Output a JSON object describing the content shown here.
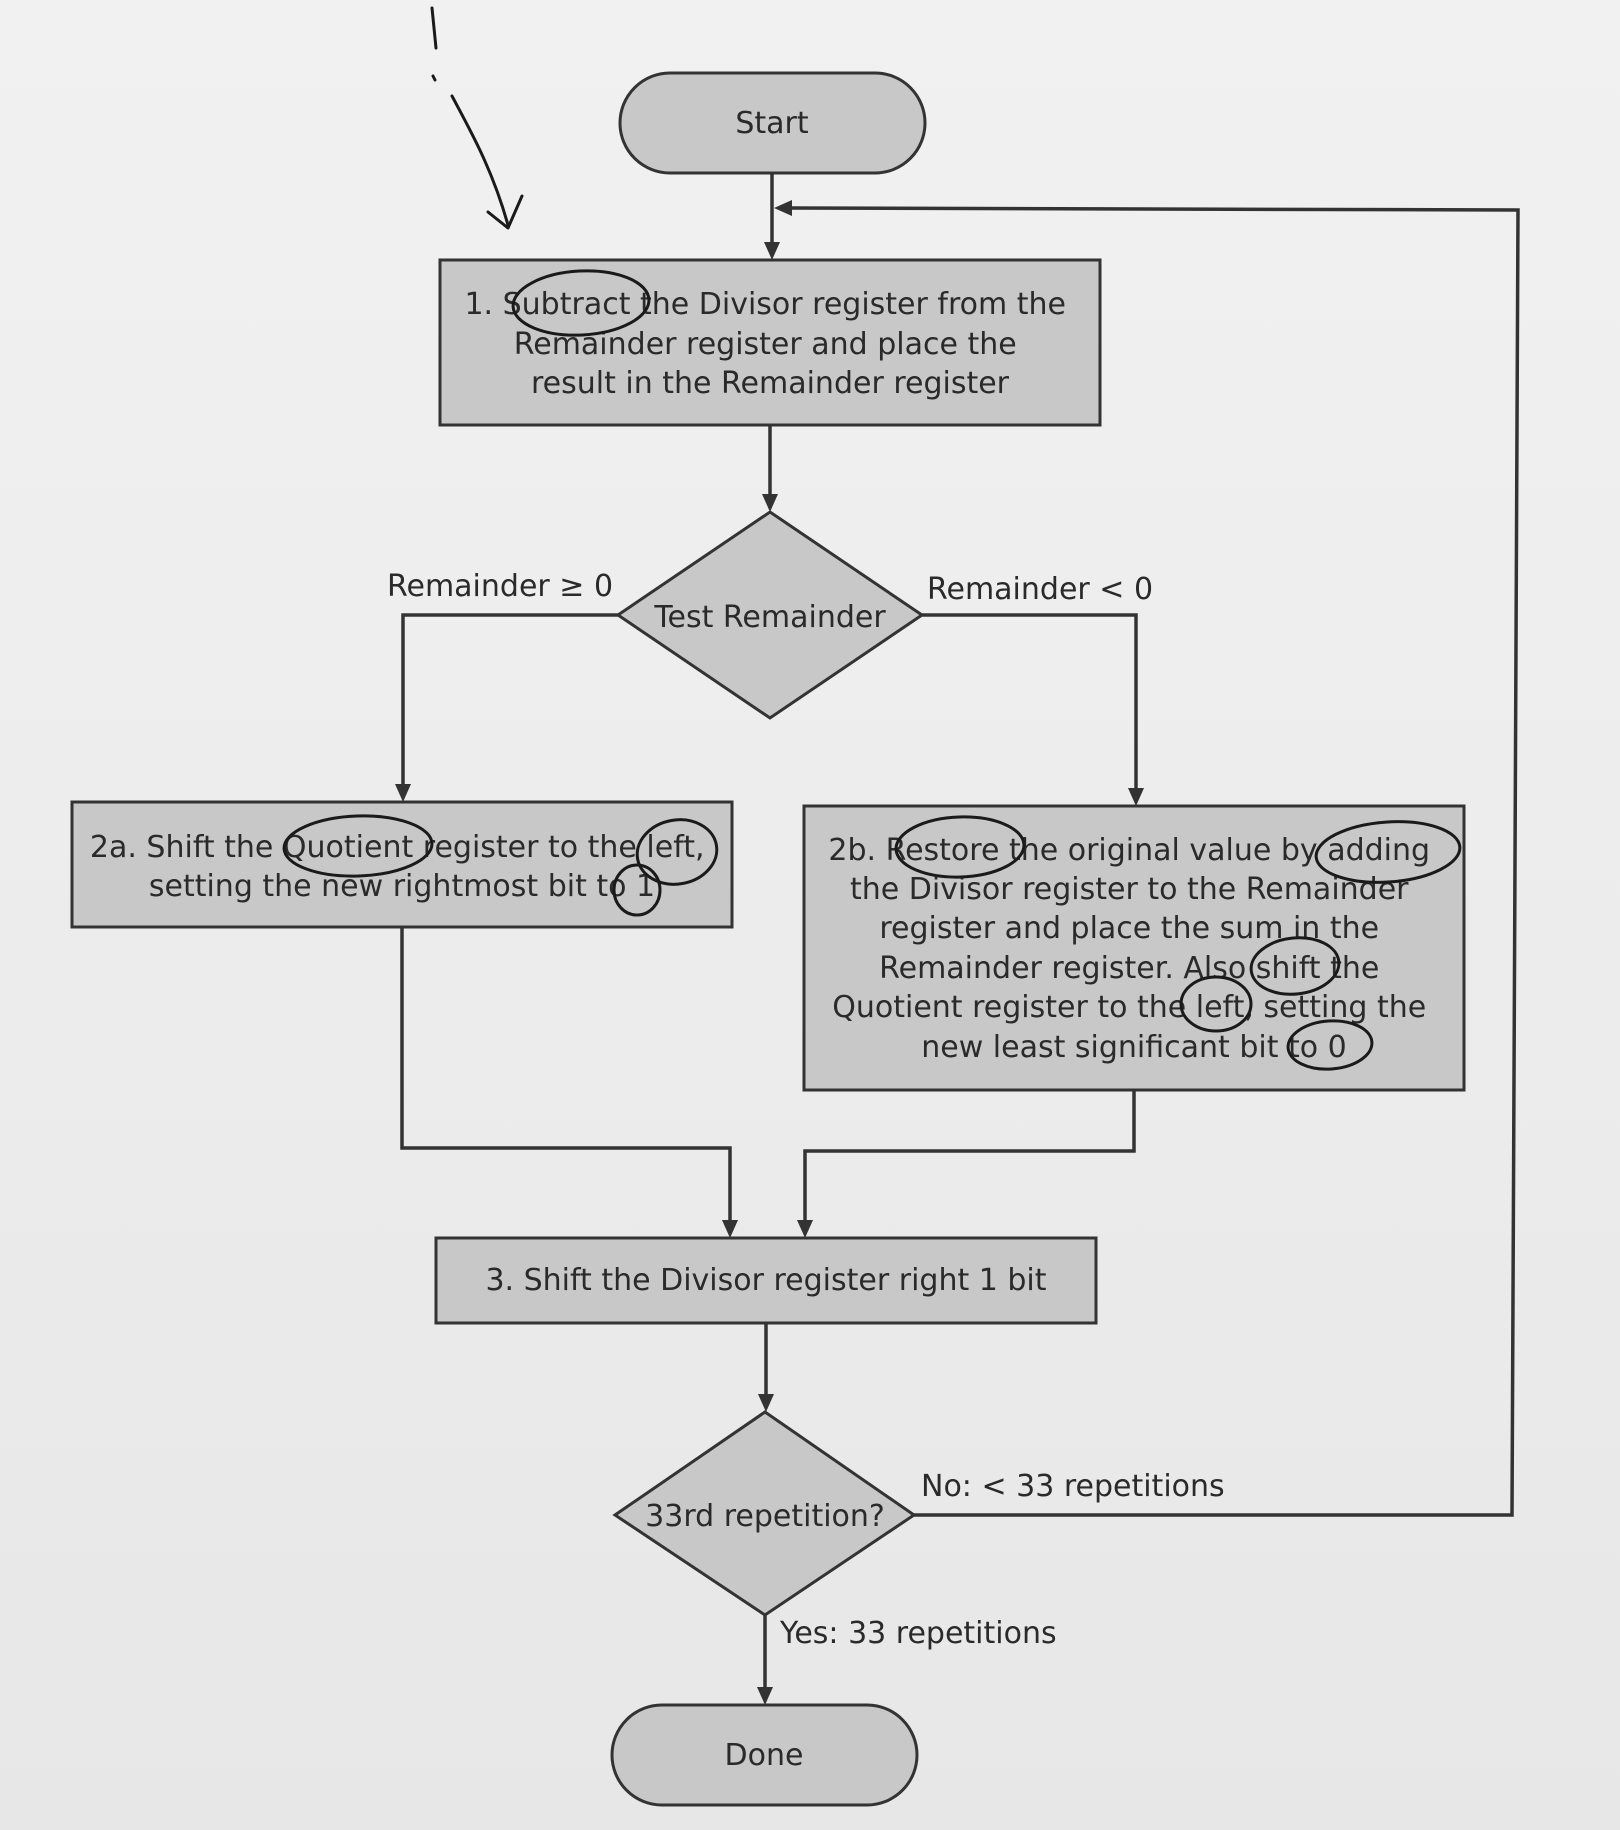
{
  "nodes": {
    "start": "Start",
    "step1": {
      "lines": [
        "1. Subtract the Divisor register from the",
        "Remainder register and place the",
        "result in the Remainder register"
      ]
    },
    "test_remainder": "Test Remainder",
    "step2a": {
      "lines": [
        "2a. Shift the Quotient register to the left,",
        "setting the new rightmost bit to 1"
      ]
    },
    "step2b": {
      "lines": [
        "2b. Restore the original value by adding",
        "the Divisor register to the Remainder",
        "register and place the sum in the",
        "Remainder register. Also shift the",
        "Quotient register to the left, setting the",
        "new least significant bit to 0"
      ]
    },
    "step3": "3. Shift the Divisor register right 1 bit",
    "repetition_test": "33rd repetition?",
    "done": "Done"
  },
  "edge_labels": {
    "remainder_ge_zero": "Remainder ≥ 0",
    "remainder_lt_zero": "Remainder < 0",
    "no_branch": "No:  < 33 repetitions",
    "yes_branch": "Yes:  33 repetitions"
  },
  "colors": {
    "box_fill": "#c8c8c8",
    "stroke": "#333333",
    "text": "#2a2a2a",
    "pen_ink": "#1a1a1a"
  }
}
